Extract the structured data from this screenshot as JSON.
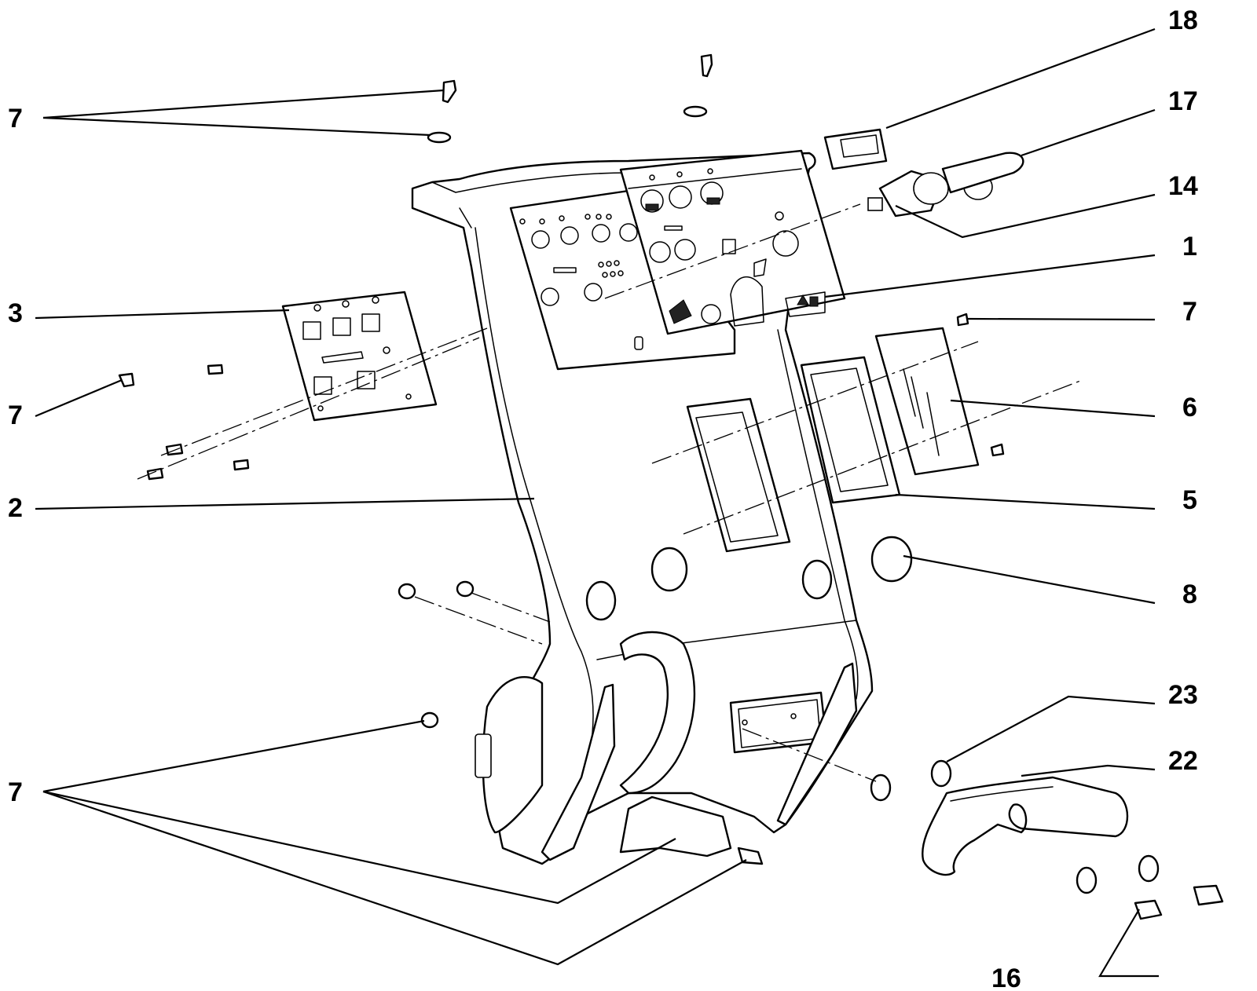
{
  "diagram": {
    "callouts": [
      "18",
      "17",
      "14",
      "1",
      "7",
      "6",
      "5",
      "8",
      "23",
      "22",
      "16",
      "3",
      "2"
    ],
    "callout_7": "7"
  }
}
